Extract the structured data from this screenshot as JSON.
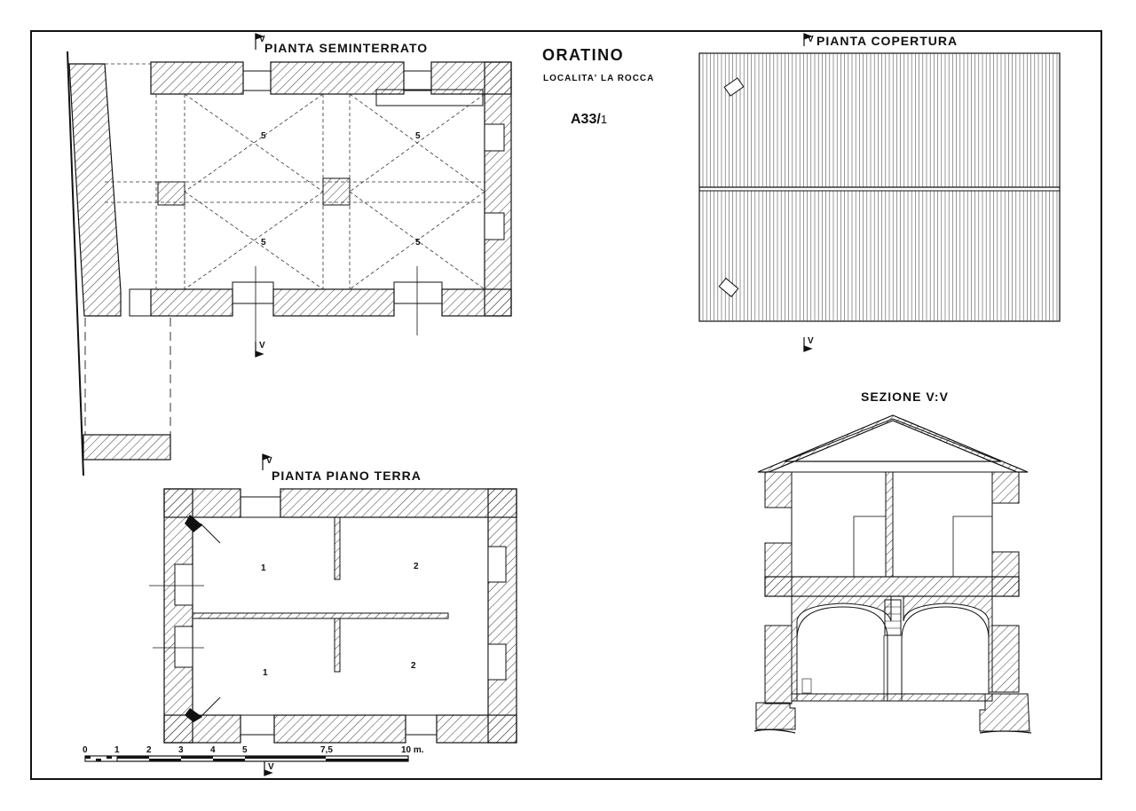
{
  "sheet": {
    "title": "ORATINO",
    "location": "LOCALITA' LA ROCCA",
    "code": "A33",
    "code_sub": "1"
  },
  "views": {
    "basement": {
      "title": "PIANTA  SEMINTERRATO",
      "rooms": [
        "5",
        "5",
        "5",
        "5"
      ]
    },
    "roof": {
      "title": "PIANTA  COPERTURA"
    },
    "ground": {
      "title": "PIANTA  PIANO  TERRA",
      "rooms": [
        "1",
        "2",
        "1",
        "2"
      ]
    },
    "section": {
      "title": "SEZIONE  V:V"
    }
  },
  "section_marker": "V",
  "scale_bar": {
    "ticks": [
      "0",
      "1",
      "2",
      "3",
      "4",
      "5",
      "7,5",
      "10 m."
    ]
  }
}
